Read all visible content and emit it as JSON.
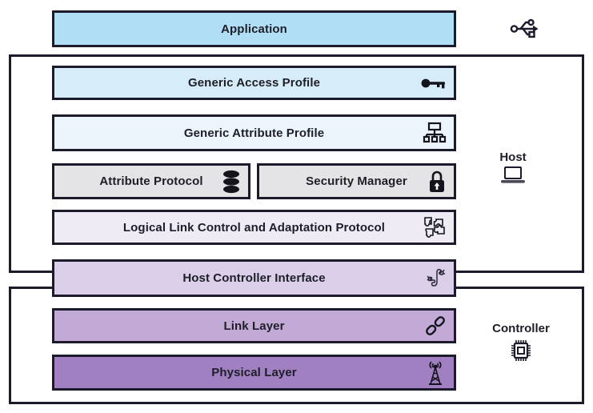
{
  "layers": [
    {
      "label": "Application",
      "icon": "usb-icon",
      "fill": "#b0def5"
    },
    {
      "label": "Generic Access Profile",
      "icon": "key-icon",
      "fill": "#d7ecf9"
    },
    {
      "label": "Generic Attribute Profile",
      "icon": "sitemap-icon",
      "fill": "#ecf5fb"
    },
    {
      "label": "Attribute Protocol",
      "icon": "database-icon",
      "fill": "#e4e4e6"
    },
    {
      "label": "Security Manager",
      "icon": "lock-icon",
      "fill": "#e4e4e6"
    },
    {
      "label": "Logical Link Control and Adaptation Protocol",
      "icon": "puzzle-icon",
      "fill": "#efebf5"
    },
    {
      "label": "Host Controller Interface",
      "icon": "cable-icon",
      "fill": "#dacee8"
    },
    {
      "label": "Link Layer",
      "icon": "chain-icon",
      "fill": "#c2a9d6"
    },
    {
      "label": "Physical Layer",
      "icon": "antenna-icon",
      "fill": "#a080c1"
    }
  ],
  "groups": [
    {
      "label": "Host",
      "icon": "laptop-icon"
    },
    {
      "label": "Controller",
      "icon": "chip-icon"
    }
  ],
  "colors": {
    "border": "#1b1b2b",
    "text": "#1e1e28",
    "application_fill": "#b0def5",
    "gap_fill": "#d7ecf9",
    "gatt_fill": "#ecf5fb",
    "gray_fill": "#e4e4e6",
    "l2cap_fill": "#efebf5",
    "hci_fill": "#dacee8",
    "link_fill": "#c2a9d6",
    "phy_fill": "#a080c1"
  }
}
